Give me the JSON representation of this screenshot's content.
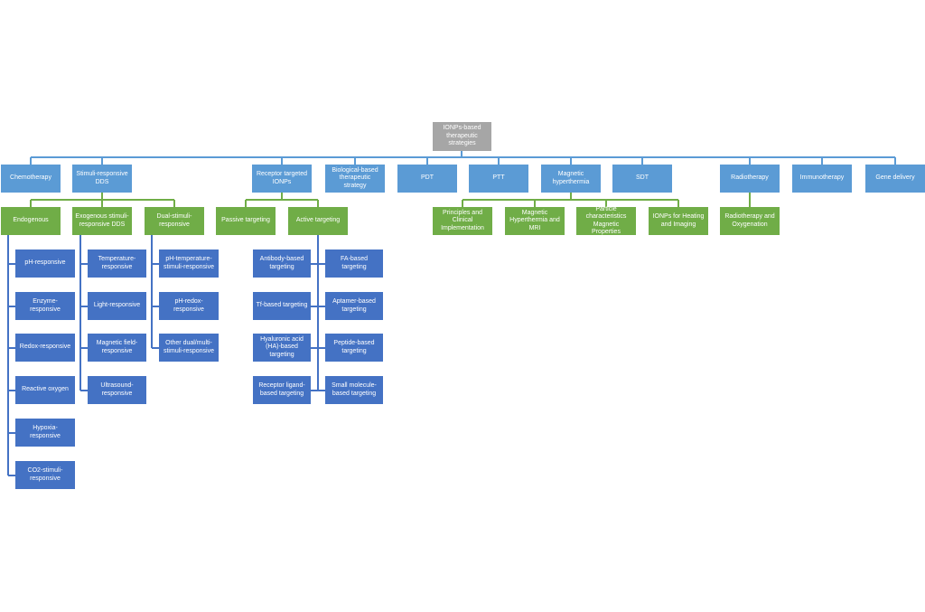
{
  "colors": {
    "root": "#a6a6a6",
    "level1": "#5b9bd5",
    "level2": "#70ad47",
    "level3": "#4472c4"
  },
  "root": "IONPs-based therapeutic strategies",
  "level1": {
    "chemotherapy": "Chemotherapy",
    "stimuli": "Stimuli-responsive DDS",
    "receptor": "Receptor targeted IONPs",
    "biological": "Biological-based therapeutic strategy",
    "pdt": "PDT",
    "ptt": "PTT",
    "hyperthermia": "Magnetic hyperthermia",
    "sdt": "SDT",
    "radiotherapy": "Radiotherapy",
    "immunotherapy": "Immunotherapy",
    "gene": "Gene delivery"
  },
  "level2": {
    "endogenous": "Endogenous",
    "exogenous": "Exogenous stimuli-responsive DDS",
    "dual": "Dual-stimuli-responsive",
    "passive": "Passive targeting",
    "active": "Active targeting",
    "principles": "Principles and Clinical Implementation",
    "mh_mri": "Magnetic Hyperthermia and MRI",
    "particle": "Particle characteristics Magnetic Properties",
    "heating": "IONPs for Heating and Imaging",
    "oxygenation": "Radiotherapy and Oxygenation"
  },
  "endogenous_items": [
    "pH-responsive",
    "Enzyme-responsive",
    "Redox-responsive",
    "Reactive oxygen",
    "Hypoxia-responsive",
    "CO2-stimuli-responsive"
  ],
  "exogenous_items": [
    "Temperature-responsive",
    "Light-responsive",
    "Magnetic field-responsive",
    "Ultrasound-responsive"
  ],
  "dual_items": [
    "pH-temperature-stimuli-responsive",
    "pH-redox-responsive",
    "Other dual/multi-stimuli-responsive"
  ],
  "targeting_left_items": [
    "Antibody-based targeting",
    "Tf-based targeting",
    "Hyaluronic acid (HA)-based targeting",
    "Receptor ligand-based targeting"
  ],
  "targeting_right_items": [
    "FA-based targeting",
    "Aptamer-based targeting",
    "Peptide-based targeting",
    "Small molecule-based targeting"
  ]
}
